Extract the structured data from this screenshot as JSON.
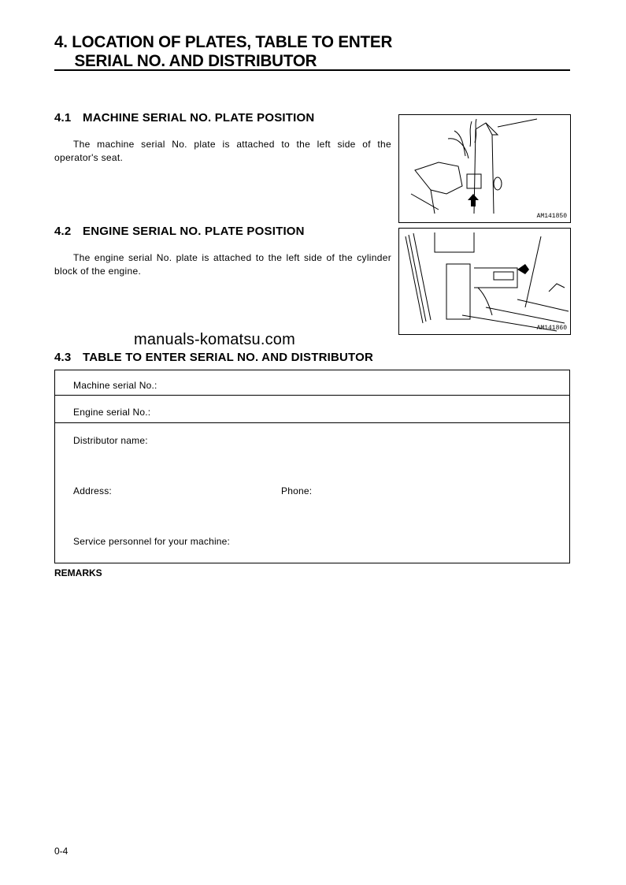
{
  "heading": {
    "line1": "4. LOCATION OF PLATES, TABLE TO ENTER",
    "line2": "SERIAL NO. AND DISTRIBUTOR"
  },
  "sections": [
    {
      "number": "4.1",
      "title": "MACHINE SERIAL NO. PLATE POSITION",
      "body": "The machine serial No. plate is attached to the left side of the operator's seat.",
      "figure_id": "AM141850"
    },
    {
      "number": "4.2",
      "title": "ENGINE SERIAL NO. PLATE POSITION",
      "body": "The engine serial No. plate is attached to the left side of the cylinder block of the engine.",
      "figure_id": "AM141860"
    },
    {
      "number": "4.3",
      "title": "TABLE TO ENTER SERIAL NO. AND DISTRIBUTOR"
    }
  ],
  "watermark": "manuals-komatsu.com",
  "table": {
    "machine_serial": "Machine serial No.:",
    "engine_serial": "Engine serial No.:",
    "distributor_name": "Distributor name:",
    "address": "Address:",
    "phone": "Phone:",
    "service_personnel": "Service personnel for your machine:"
  },
  "remarks": "REMARKS",
  "page_number": "0-4"
}
